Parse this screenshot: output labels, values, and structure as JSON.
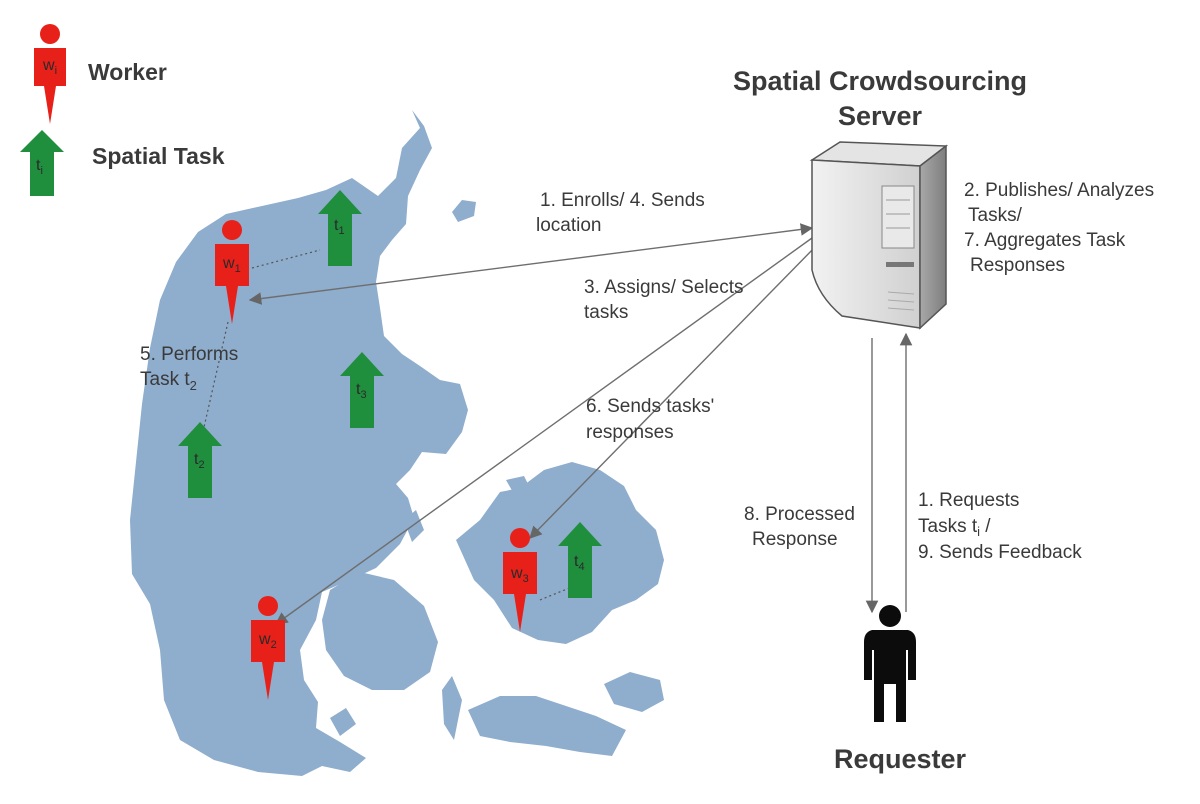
{
  "legend": {
    "worker_label": "Worker",
    "task_label": "Spatial Task",
    "worker_symbol": "w",
    "worker_symbol_sub": "i",
    "task_symbol": "t",
    "task_symbol_sub": "i"
  },
  "server": {
    "title_line1": "Spatial Crowdsourcing",
    "title_line2": "Server"
  },
  "requester": {
    "label": "Requester"
  },
  "steps": {
    "enroll_line1": "1. Enrolls/ 4. Sends",
    "enroll_line2": "location",
    "assign_line1": "3. Assigns/ Selects",
    "assign_line2": "tasks",
    "responses_line1": "6. Sends tasks'",
    "responses_line2": "responses",
    "publish_line1": "2. Publishes/ Analyzes",
    "publish_line2": "Tasks/",
    "publish_line3": "7. Aggregates Task",
    "publish_line4": "Responses",
    "processed_line1": "8. Processed",
    "processed_line2": "Response",
    "requests_line1": "1. Requests",
    "requests_line2": "Tasks t",
    "requests_line2_sub": "i",
    "requests_line2_tail": " /",
    "requests_line3": "9. Sends Feedback",
    "performs_line1": "5. Performs",
    "performs_line2": "Task t",
    "performs_line2_sub": "2"
  },
  "workers": [
    {
      "name": "w",
      "sub": "1"
    },
    {
      "name": "w",
      "sub": "2"
    },
    {
      "name": "w",
      "sub": "3"
    }
  ],
  "tasks": [
    {
      "name": "t",
      "sub": "1"
    },
    {
      "name": "t",
      "sub": "2"
    },
    {
      "name": "t",
      "sub": "3"
    },
    {
      "name": "t",
      "sub": "4"
    }
  ],
  "colors": {
    "worker": "#e8201a",
    "task": "#1f8f3e",
    "land": "#8fadcc",
    "arrow": "#6e6e6e"
  }
}
